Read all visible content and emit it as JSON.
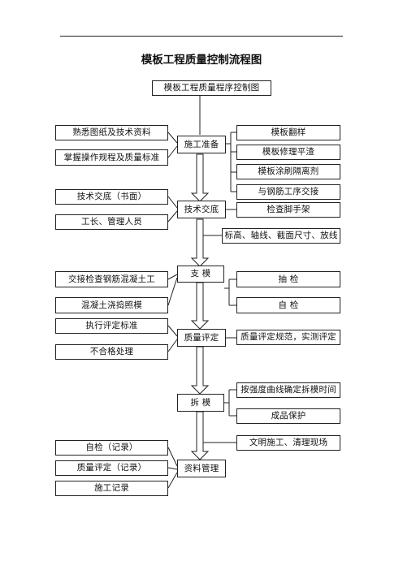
{
  "title": "模板工程质量控制流程图",
  "subtitle": "模板工程质量程序控制图",
  "center": {
    "prep": "施工准备",
    "tech": "技术交底",
    "formwork": "支  模",
    "quality": "质量评定",
    "removal": "拆  模",
    "docs": "资料管理"
  },
  "left": {
    "drawings": "熟悉图纸及技术资料",
    "rules": "掌握操作规程及质量标准",
    "written": "技术交底（书面）",
    "workers": "工长、管理人员",
    "handover": "交接检查钢筋混凝土工",
    "pouring": "混凝土浇捣照模",
    "standard": "执行评定标准",
    "nonconforming": "不合格处理",
    "selfcheck": "自检（记录）",
    "qualityrecord": "质量评定（记录）",
    "constructionrecord": "施工记录"
  },
  "right": {
    "sample": "模板翻样",
    "repair": "模板修理平渣",
    "release": "模板涂刷隔离剂",
    "rebar": "与钢筋工序交接",
    "scaffold": "检查脚手架",
    "elevation": "标高、轴线、截面尺寸、放线",
    "spot": "抽    检",
    "self": "自    检",
    "norms": "质量评定规范，实测评定",
    "curve": "按强度曲线确定拆模时间",
    "protect": "成品保护",
    "civilized": "文明施工、清理现场"
  }
}
